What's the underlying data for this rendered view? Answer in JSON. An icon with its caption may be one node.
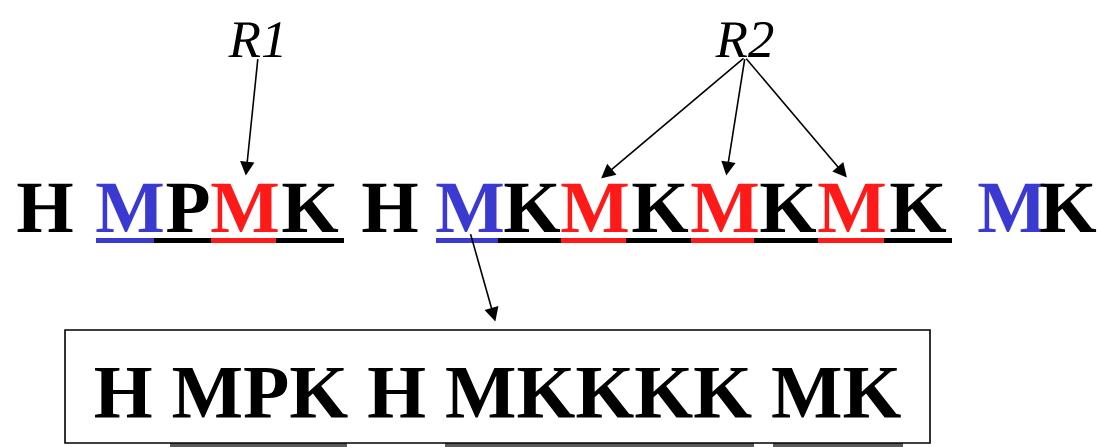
{
  "diagram": {
    "nodes": [
      {
        "text": [
          "R1"
        ]
      },
      {
        "text": [
          "R2"
        ]
      },
      {
        "text": [
          "H"
        ]
      },
      {
        "text": [
          "M"
        ]
      },
      {
        "text": [
          "P"
        ]
      },
      {
        "text": [
          "M"
        ]
      },
      {
        "text": [
          "K"
        ]
      },
      {
        "text": [
          "H"
        ]
      },
      {
        "text": [
          "M"
        ]
      },
      {
        "text": [
          "K"
        ]
      },
      {
        "text": [
          "M"
        ]
      },
      {
        "text": [
          "K"
        ]
      },
      {
        "text": [
          "M"
        ]
      },
      {
        "text": [
          "K"
        ]
      },
      {
        "text": [
          "M"
        ]
      },
      {
        "text": [
          "K"
        ]
      },
      {
        "text": [
          "M"
        ]
      },
      {
        "text": [
          "K"
        ]
      },
      {
        "text": [
          "H MPK H MKKKK MK"
        ]
      }
    ],
    "edges": [
      {
        "from": 0,
        "to": 5,
        "arrow": "to"
      },
      {
        "from": 1,
        "to": 10,
        "arrow": "to"
      },
      {
        "from": 1,
        "to": 12,
        "arrow": "to"
      },
      {
        "from": 1,
        "to": 14,
        "arrow": "to"
      },
      {
        "from": 8,
        "to": 18,
        "arrow": "to"
      }
    ]
  }
}
